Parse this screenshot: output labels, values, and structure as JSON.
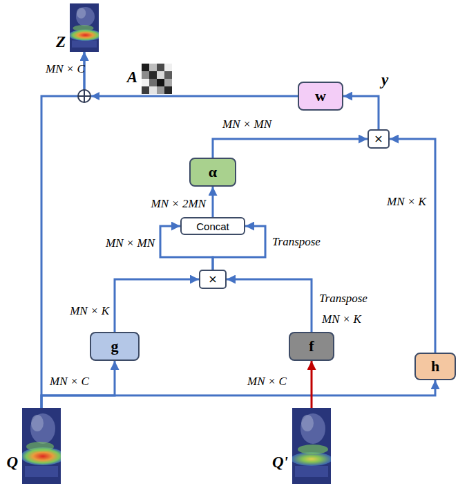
{
  "diagram": {
    "nodes": [
      {
        "text": [
          "Z"
        ]
      },
      {
        "text": [
          "w"
        ]
      },
      {
        "text": [
          "×"
        ]
      },
      {
        "text": [
          "α"
        ]
      },
      {
        "text": [
          "Concat"
        ]
      },
      {
        "text": [
          "×"
        ]
      },
      {
        "text": [
          "g"
        ]
      },
      {
        "text": [
          "f"
        ]
      },
      {
        "text": [
          "h"
        ]
      },
      {
        "text": [
          "Q"
        ]
      },
      {
        "text": [
          "Q'"
        ]
      }
    ],
    "edges": [
      {
        "from": 9,
        "to": 0,
        "arrow": "to"
      },
      {
        "from": 1,
        "to": 0,
        "arrow": "to"
      },
      {
        "from": 9,
        "to": 6,
        "arrow": "to"
      },
      {
        "from": 9,
        "to": 8,
        "arrow": "to"
      },
      {
        "from": 10,
        "to": 7,
        "arrow": "to"
      },
      {
        "from": 6,
        "to": 5,
        "arrow": "to"
      },
      {
        "from": 7,
        "to": 5,
        "arrow": "to"
      },
      {
        "from": 5,
        "to": 4,
        "arrow": "to"
      },
      {
        "from": 5,
        "to": 4,
        "arrow": "to"
      },
      {
        "from": 4,
        "to": 3,
        "arrow": "to"
      },
      {
        "from": 3,
        "to": 2,
        "arrow": "to"
      },
      {
        "from": 8,
        "to": 2,
        "arrow": "to"
      },
      {
        "from": 2,
        "to": 1,
        "arrow": "to"
      }
    ],
    "labels": [
      "MN × C",
      "y",
      "A",
      "MN × MN",
      "MN × 2MN",
      "MN × MN",
      "Transpose",
      "MN × K",
      "Transpose",
      "MN × K",
      "MN × K",
      "MN × C",
      "MN × C"
    ]
  }
}
